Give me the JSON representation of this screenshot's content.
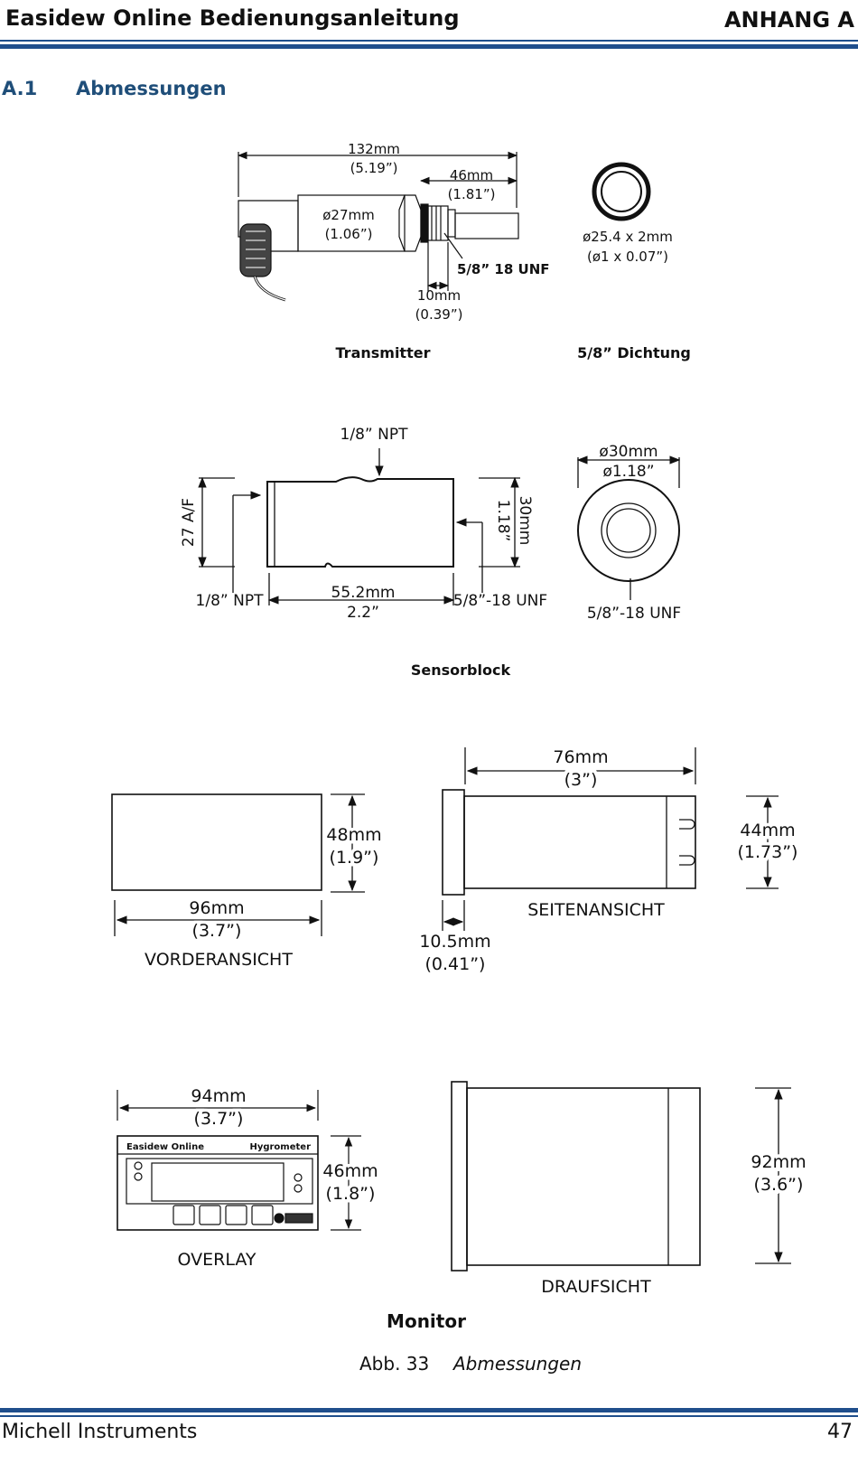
{
  "header": {
    "title": "Easidew Online Bedienungsanleitung",
    "appendix": "ANHANG A"
  },
  "section": {
    "number": "A.1",
    "title": "Abmessungen"
  },
  "transmitter": {
    "total_len_mm": "132mm",
    "total_len_in": "(5.19”)",
    "thread_len_mm": "46mm",
    "thread_len_in": "(1.81”)",
    "dia_mm": "ø27mm",
    "dia_in": "(1.06”)",
    "thread": "5/8” 18 UNF",
    "hex_mm": "10mm",
    "hex_in": "(0.39”)",
    "label": "Transmitter"
  },
  "seal": {
    "dim_mm": "ø25.4 x 2mm",
    "dim_in": "(ø1 x 0.07”)",
    "label": "5/8” Dichtung"
  },
  "sensorblock": {
    "npt_top": "1/8” NPT",
    "af": "27 A/F",
    "height_mm": "30mm",
    "height_in": "1.18”",
    "npt_bottom": "1/8” NPT",
    "length_mm": "55.2mm",
    "length_in": "2.2”",
    "unf_side": "5/8”-18 UNF",
    "dia_mm": "ø30mm",
    "dia_in": "ø1.18”",
    "unf_end": "5/8”-18 UNF",
    "label": "Sensorblock"
  },
  "monitor": {
    "front_height_mm": "48mm",
    "front_height_in": "(1.9”)",
    "front_width_mm": "96mm",
    "front_width_in": "(3.7”)",
    "front_label": "VORDERANSICHT",
    "side_depth_mm": "76mm",
    "side_depth_in": "(3”)",
    "side_height_mm": "44mm",
    "side_height_in": "(1.73”)",
    "side_label": "SEITENANSICHT",
    "bezel_mm": "10.5mm",
    "bezel_in": "(0.41”)",
    "overlay_width_mm": "94mm",
    "overlay_width_in": "(3.7”)",
    "overlay_height_mm": "46mm",
    "overlay_height_in": "(1.8”)",
    "overlay_brand": "Easidew Online",
    "overlay_product": "Hygrometer",
    "overlay_label": "OVERLAY",
    "top_width_mm": "92mm",
    "top_width_in": "(3.6”)",
    "top_label": "DRAUFSICHT",
    "label": "Monitor"
  },
  "figure": {
    "number": "Abb. 33",
    "caption": "Abmessungen"
  },
  "footer": {
    "company": "Michell Instruments",
    "page": "47"
  },
  "colors": {
    "accent": "#1f4e8c",
    "heading": "#1f4e79"
  }
}
